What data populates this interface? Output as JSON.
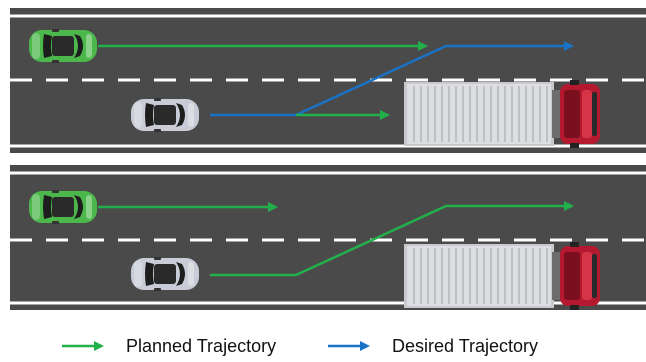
{
  "colors": {
    "road": "#4a4a4a",
    "road_edge": "#ffffff",
    "lane_dash": "#ffffff",
    "planned": "#22b04b",
    "desired": "#1a72c4",
    "green_car": "#4cb84c",
    "silver_car": "#c9ccd6",
    "truck_cab": "#b5192f",
    "truck_trailer": "#d7d9dc"
  },
  "legend": {
    "planned_label": "Planned Trajectory",
    "desired_label": "Desired Trajectory"
  },
  "scenarios": [
    {
      "id": "top",
      "vehicles": [
        "green-car",
        "silver-car",
        "truck"
      ],
      "trajectories": [
        "planned-green-car",
        "desired-silver-car",
        "planned-silver-car"
      ]
    },
    {
      "id": "bottom",
      "vehicles": [
        "green-car",
        "silver-car",
        "truck"
      ],
      "trajectories": [
        "planned-green-car",
        "planned-silver-car"
      ]
    }
  ]
}
